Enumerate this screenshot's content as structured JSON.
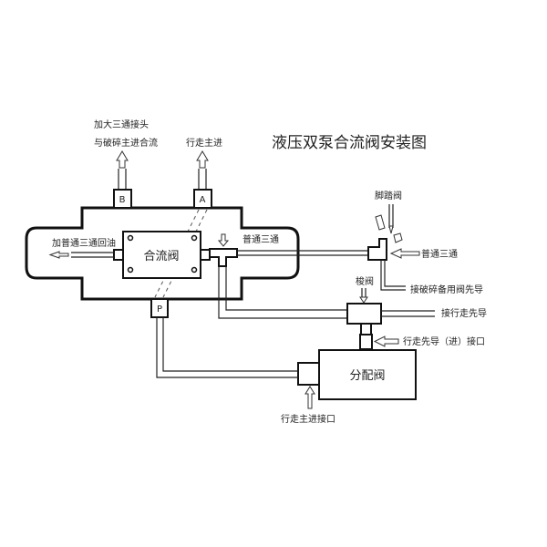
{
  "title": "液压双泵合流阀安装图",
  "ports": {
    "a": "A",
    "b": "B",
    "p": "P"
  },
  "labels": {
    "b_line1": "加大三通接头",
    "b_line2": "与破碎主进合流",
    "a_out": "行走主进",
    "return_oil": "加普通三通回油",
    "merge_valve": "合流阀",
    "tee_inner": "普通三通",
    "foot_valve": "脚踏阀",
    "tee_outer": "普通三通",
    "breaker_pilot": "接破碎备用阀先导",
    "shuttle_valve": "梭阀",
    "travel_pilot": "接行走先导",
    "travel_pilot_in": "行走先导（进）接口",
    "distributor": "分配阀",
    "travel_main_in": "行走主进接口"
  }
}
